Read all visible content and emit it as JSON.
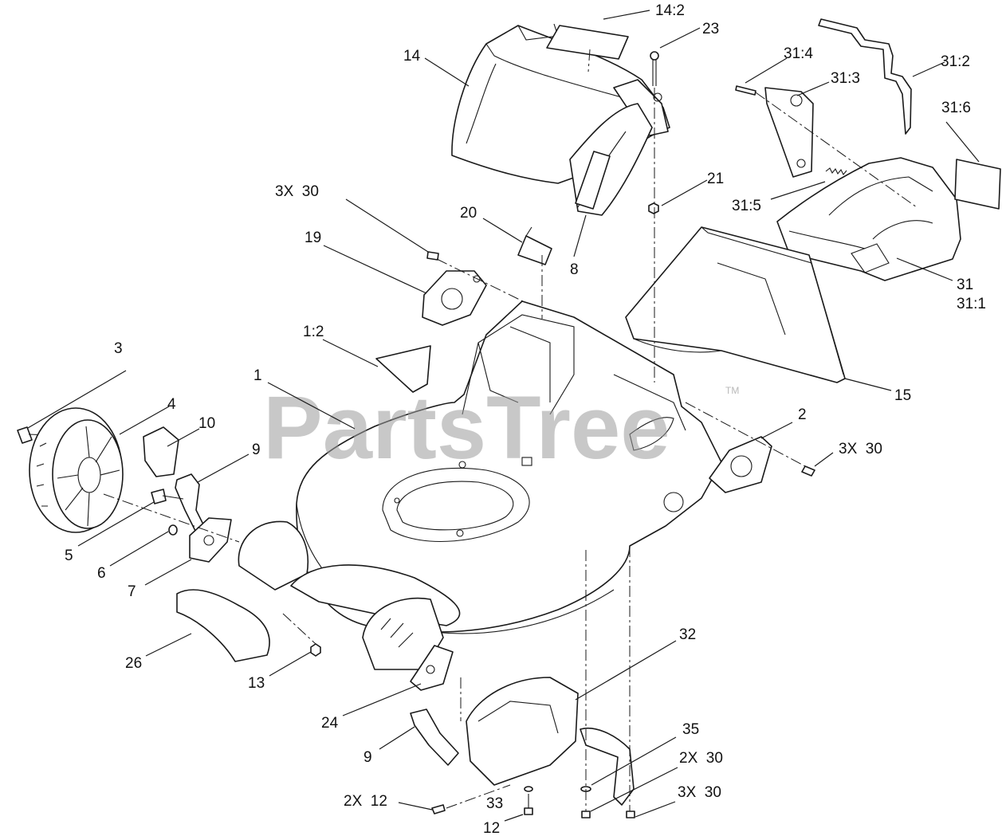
{
  "watermark": {
    "brand": "PartsTree",
    "trademark": "TM"
  },
  "callouts": [
    {
      "id": "c-14-2",
      "text": "14:2"
    },
    {
      "id": "c-23",
      "text": "23"
    },
    {
      "id": "c-14",
      "text": "14"
    },
    {
      "id": "c-31-4",
      "text": "31:4"
    },
    {
      "id": "c-31-3",
      "text": "31:3"
    },
    {
      "id": "c-31-2",
      "text": "31:2"
    },
    {
      "id": "c-31-6",
      "text": "31:6"
    },
    {
      "id": "c-21",
      "text": "21"
    },
    {
      "id": "c-31-5",
      "text": "31:5"
    },
    {
      "id": "c-3x30-top",
      "text": "3X  30"
    },
    {
      "id": "c-20",
      "text": "20"
    },
    {
      "id": "c-19",
      "text": "19"
    },
    {
      "id": "c-8",
      "text": "8"
    },
    {
      "id": "c-31",
      "text": "31"
    },
    {
      "id": "c-31-1",
      "text": "31:1"
    },
    {
      "id": "c-1-2",
      "text": "1:2"
    },
    {
      "id": "c-3",
      "text": "3"
    },
    {
      "id": "c-1",
      "text": "1"
    },
    {
      "id": "c-15",
      "text": "15"
    },
    {
      "id": "c-4",
      "text": "4"
    },
    {
      "id": "c-10",
      "text": "10"
    },
    {
      "id": "c-2",
      "text": "2"
    },
    {
      "id": "c-9-top",
      "text": "9"
    },
    {
      "id": "c-3x30-right",
      "text": "3X  30"
    },
    {
      "id": "c-5",
      "text": "5"
    },
    {
      "id": "c-6",
      "text": "6"
    },
    {
      "id": "c-7",
      "text": "7"
    },
    {
      "id": "c-32",
      "text": "32"
    },
    {
      "id": "c-26",
      "text": "26"
    },
    {
      "id": "c-13",
      "text": "13"
    },
    {
      "id": "c-24",
      "text": "24"
    },
    {
      "id": "c-35",
      "text": "35"
    },
    {
      "id": "c-9-bottom",
      "text": "9"
    },
    {
      "id": "c-2x30",
      "text": "2X  30"
    },
    {
      "id": "c-3x30-bottom",
      "text": "3X  30"
    },
    {
      "id": "c-2x12",
      "text": "2X  12"
    },
    {
      "id": "c-33",
      "text": "33"
    },
    {
      "id": "c-12",
      "text": "12"
    }
  ]
}
